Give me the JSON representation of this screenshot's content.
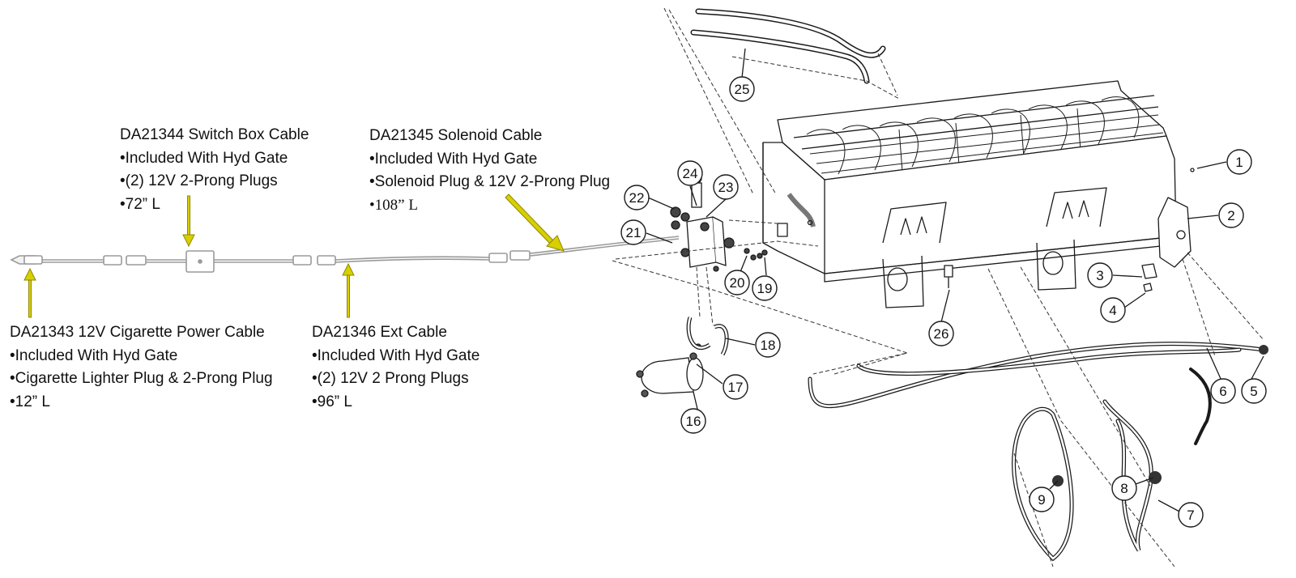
{
  "colors": {
    "arrow": "#d8cf00",
    "arrow_edge": "#8f8800",
    "line": "#1a1a1a",
    "cable": "#9a9a9a",
    "dash": "#333333"
  },
  "cables": [
    {
      "id": "switch-box-cable",
      "title": "DA21344 Switch Box Cable",
      "bullets": [
        "•Included With Hyd Gate",
        "•(2) 12V 2-Prong Plugs",
        "•72” L"
      ]
    },
    {
      "id": "solenoid-cable",
      "title": "DA21345 Solenoid Cable",
      "bullets": [
        "•Included With Hyd Gate",
        "•Solenoid Plug & 12V 2-Prong Plug",
        "•108” L"
      ]
    },
    {
      "id": "power-cable",
      "title": "DA21343 12V Cigarette Power Cable",
      "bullets": [
        "•Included With Hyd Gate",
        "•Cigarette Lighter Plug & 2-Prong Plug",
        "•12” L"
      ]
    },
    {
      "id": "ext-cable",
      "title": "DA21346 Ext Cable",
      "bullets": [
        "•Included With Hyd Gate",
        "•(2) 12V 2 Prong Plugs",
        "•96” L"
      ]
    }
  ],
  "callouts": [
    "1",
    "2",
    "3",
    "4",
    "5",
    "6",
    "7",
    "8",
    "9",
    "16",
    "17",
    "18",
    "19",
    "20",
    "21",
    "22",
    "23",
    "24",
    "25",
    "26"
  ]
}
